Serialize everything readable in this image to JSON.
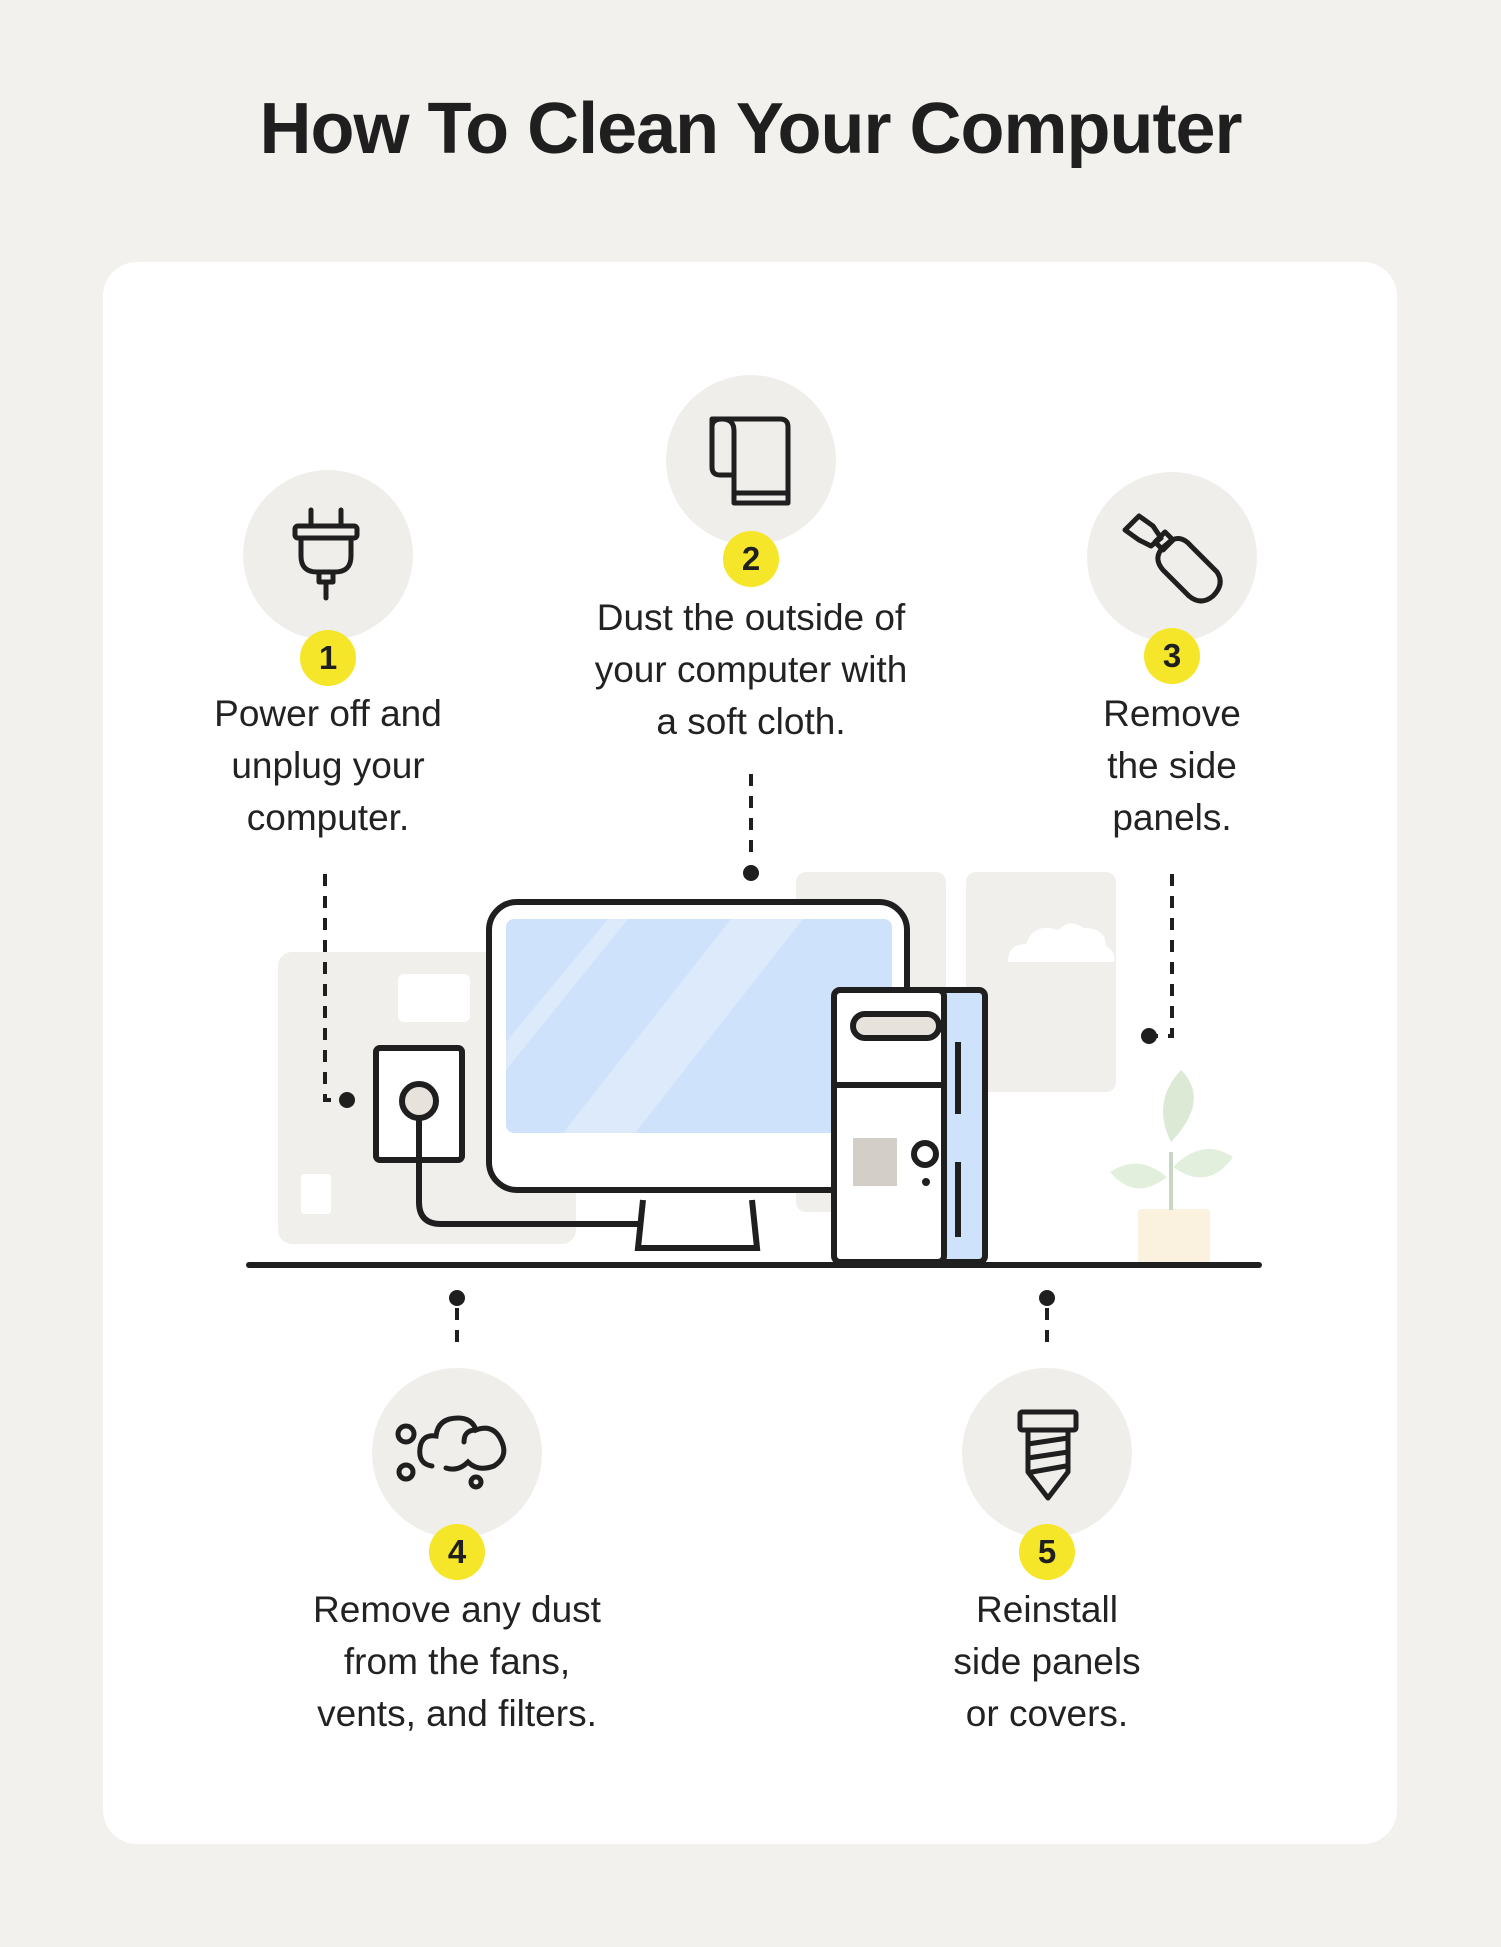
{
  "title": "How To Clean Your Computer",
  "colors": {
    "background": "#f3f1ed",
    "card": "#ffffff",
    "badge": "#f6e62a",
    "icon_circle": "#f0eeea",
    "outline": "#1f1f1f",
    "screen": "#cfe2fb",
    "tower_side": "#cfe2fb"
  },
  "steps": [
    {
      "number": "1",
      "icon": "plug-icon",
      "lines": [
        "Power off and",
        "unplug your",
        "computer."
      ]
    },
    {
      "number": "2",
      "icon": "cloth-icon",
      "lines": [
        "Dust the outside of",
        "your computer with",
        "a soft cloth."
      ]
    },
    {
      "number": "3",
      "icon": "screwdriver-icon",
      "lines": [
        "Remove",
        "the side",
        "panels."
      ]
    },
    {
      "number": "4",
      "icon": "dust-cloud-icon",
      "lines": [
        "Remove any dust",
        "from the fans,",
        "vents, and filters."
      ]
    },
    {
      "number": "5",
      "icon": "screw-icon",
      "lines": [
        "Reinstall",
        "side panels",
        "or covers."
      ]
    }
  ]
}
